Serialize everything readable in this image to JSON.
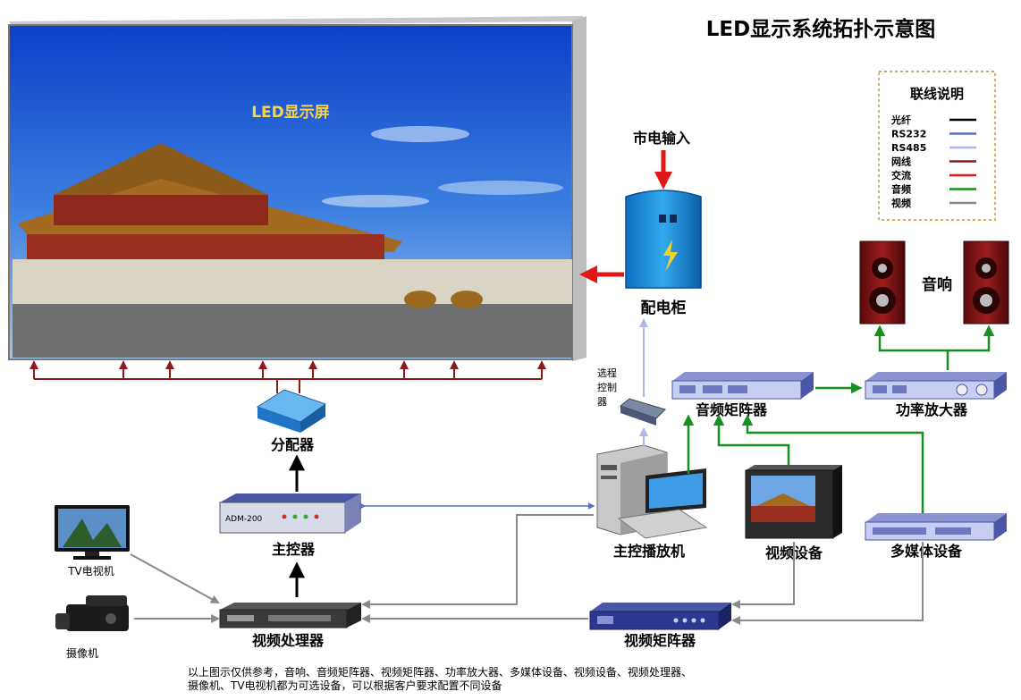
{
  "title": "LED显示系统拓扑示意图",
  "screen_label": "LED显示屏",
  "legend": {
    "title": "联线说明",
    "items": [
      {
        "label": "光纤",
        "color": "#000000"
      },
      {
        "label": "RS232",
        "color": "#5b6fc4"
      },
      {
        "label": "RS485",
        "color": "#aeb8e8"
      },
      {
        "label": "网线",
        "color": "#8b1a1a"
      },
      {
        "label": "交流",
        "color": "#e01818"
      },
      {
        "label": "音频",
        "color": "#14901e"
      },
      {
        "label": "视频",
        "color": "#8a8a8a"
      }
    ]
  },
  "devices": {
    "power_input": "市电输入",
    "power_cabinet": "配电柜",
    "distributor": "分配器",
    "main_controller": "主控器",
    "main_controller_model": "ADM-200",
    "video_processor": "视频处理器",
    "tv": "TV电视机",
    "camera": "摄像机",
    "remote_control_l1": "选程",
    "remote_control_l2": "控制",
    "remote_control_l3": "器",
    "audio_matrix": "音频矩阵器",
    "amplifier": "功率放大器",
    "speakers": "音响",
    "host_pc": "主控播放机",
    "video_device": "视频设备",
    "multimedia_device": "多媒体设备",
    "video_matrix": "视频矩阵器"
  },
  "footnote": {
    "line1": "以上图示仅供参考，音响、音频矩阵器、视频矩阵器、功率放大器、多媒体设备、视频设备、视频处理器、",
    "line2": "摄像机、TV电视机都为可选设备，可以根据客户要求配置不同设备"
  }
}
